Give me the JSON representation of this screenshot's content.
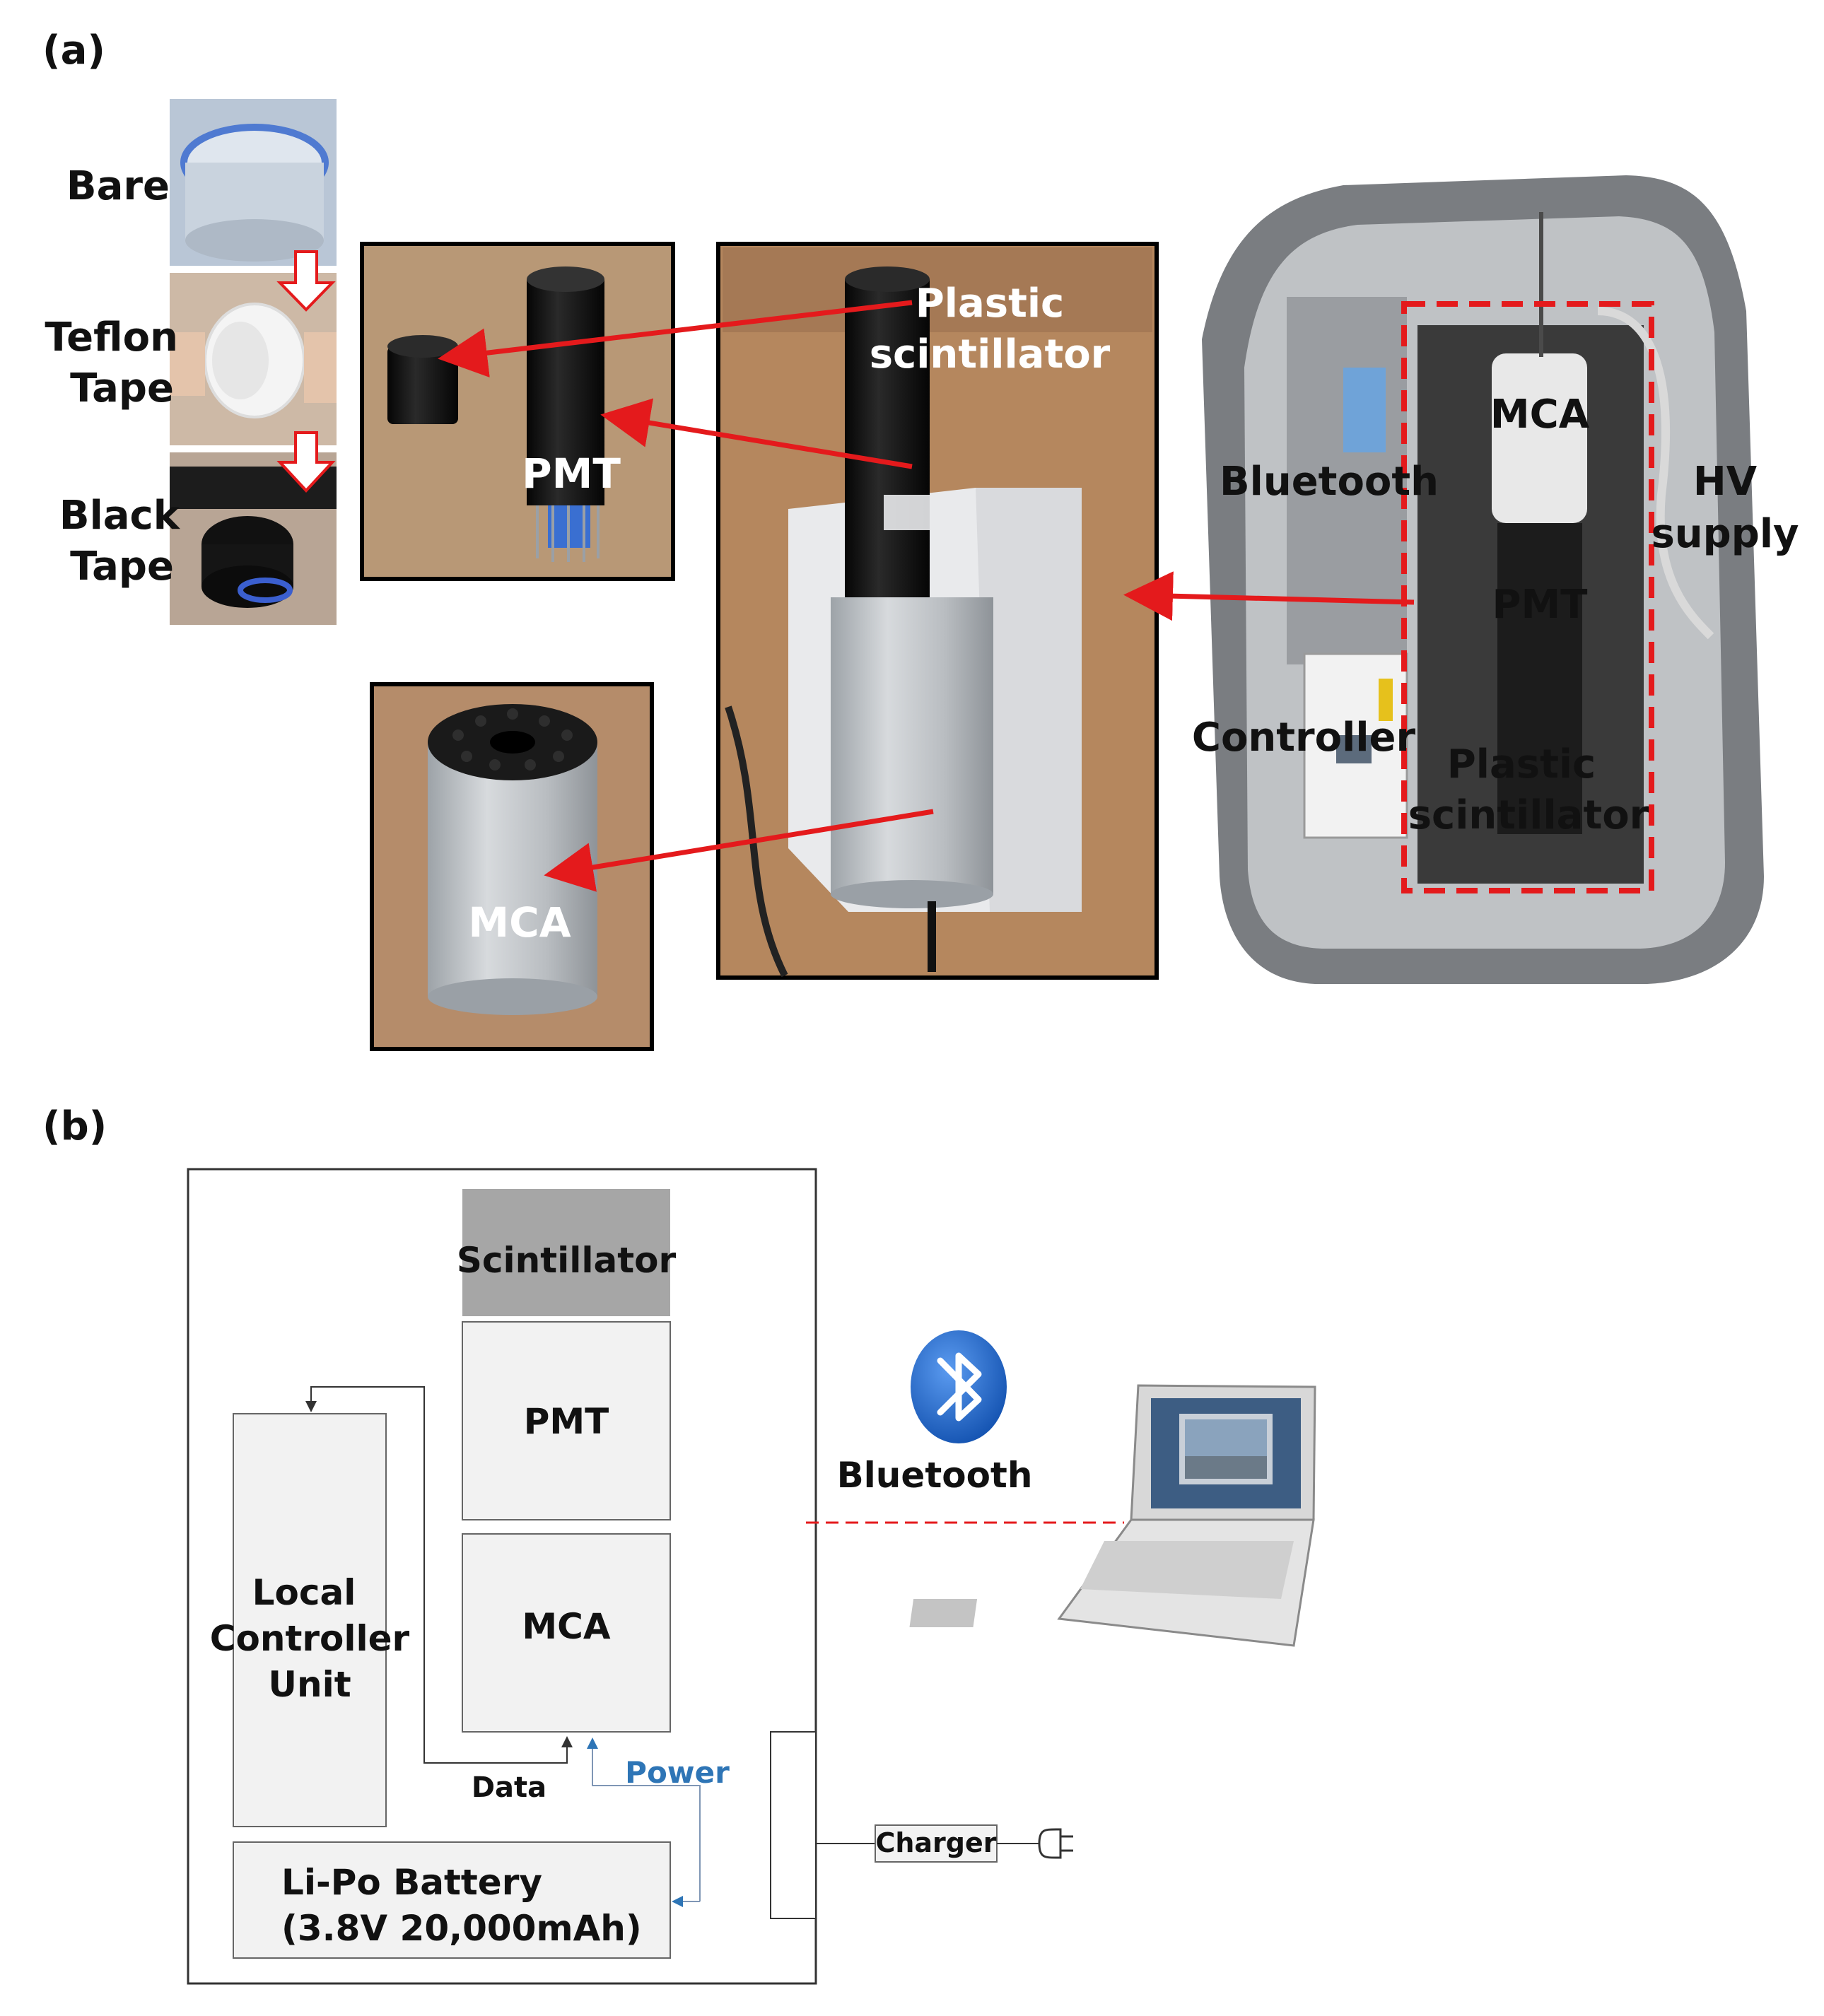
{
  "panel_a": {
    "label": "(a)",
    "steps": {
      "bare": "Bare",
      "teflon_1": "Teflon",
      "teflon_2": "Tape",
      "black_1": "Black",
      "black_2": "Tape"
    },
    "disassembled": {
      "pmt": "PMT"
    },
    "mca_photo": {
      "mca": "MCA"
    },
    "assembly": {
      "plastic_1": "Plastic",
      "plastic_2": "scintillator"
    },
    "case": {
      "mca": "MCA",
      "bluetooth": "Bluetooth",
      "hv_1": "HV",
      "hv_2": "supply",
      "pmt": "PMT",
      "controller": "Controller",
      "plastic_1": "Plastic",
      "plastic_2": "scintillator"
    },
    "colors": {
      "arrow": "#e41a1c",
      "dashed_box": "#e41a1c"
    }
  },
  "panel_b": {
    "label": "(b)",
    "scintillator": "Scintillator",
    "pmt": "PMT",
    "mca": "MCA",
    "lcu_1": "Local",
    "lcu_2": "Controller",
    "lcu_3": "Unit",
    "battery_1": "Li-Po Battery",
    "battery_2": "(3.8V  20,000mAh)",
    "data": "Data",
    "power": "Power",
    "charger": "Charger",
    "bluetooth": "Bluetooth",
    "colors": {
      "scintillator_fill": "#a6a6a6",
      "block_fill": "#f2f2f2",
      "power_text": "#2e75b6",
      "bluetooth_blue": "#1b63c6",
      "link_line": "#e41a1c"
    }
  }
}
